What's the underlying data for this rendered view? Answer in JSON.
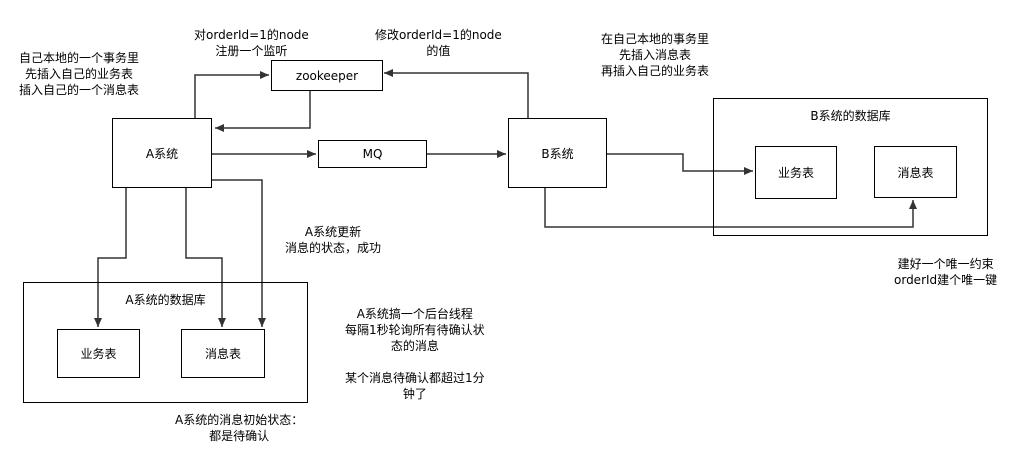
{
  "nodes": {
    "zookeeper": "zookeeper",
    "a_system": "A系统",
    "mq": "MQ",
    "b_system": "B系统",
    "b_db": "B系统的数据库",
    "b_business_table": "业务表",
    "b_message_table": "消息表",
    "a_db": "A系统的数据库",
    "a_business_table": "业务表",
    "a_message_table": "消息表"
  },
  "notes": {
    "a_local_tx": "自己本地的一个事务里\n先插入自己的业务表\n插入自己的一个消息表",
    "register_watch": "对orderId=1的node\n注册一个监听",
    "modify_node": "修改orderId=1的node\n的值",
    "b_local_tx": "在自己本地的事务里\n先插入消息表\n再插入自己的业务表",
    "a_update_status": "A系统更新\n消息的状态，成功",
    "b_unique_key": "建好一个唯一约束\norderId建个唯一键",
    "a_background_thread": "A系统搞一个后台线程\n每隔1秒轮询所有待确认状\n态的消息\n\n某个消息待确认都超过1分\n钟了",
    "a_initial_status": "A系统的消息初始状态：\n都是待确认"
  },
  "colors": {
    "line": "#333333",
    "border": "#000000",
    "background": "#ffffff"
  }
}
